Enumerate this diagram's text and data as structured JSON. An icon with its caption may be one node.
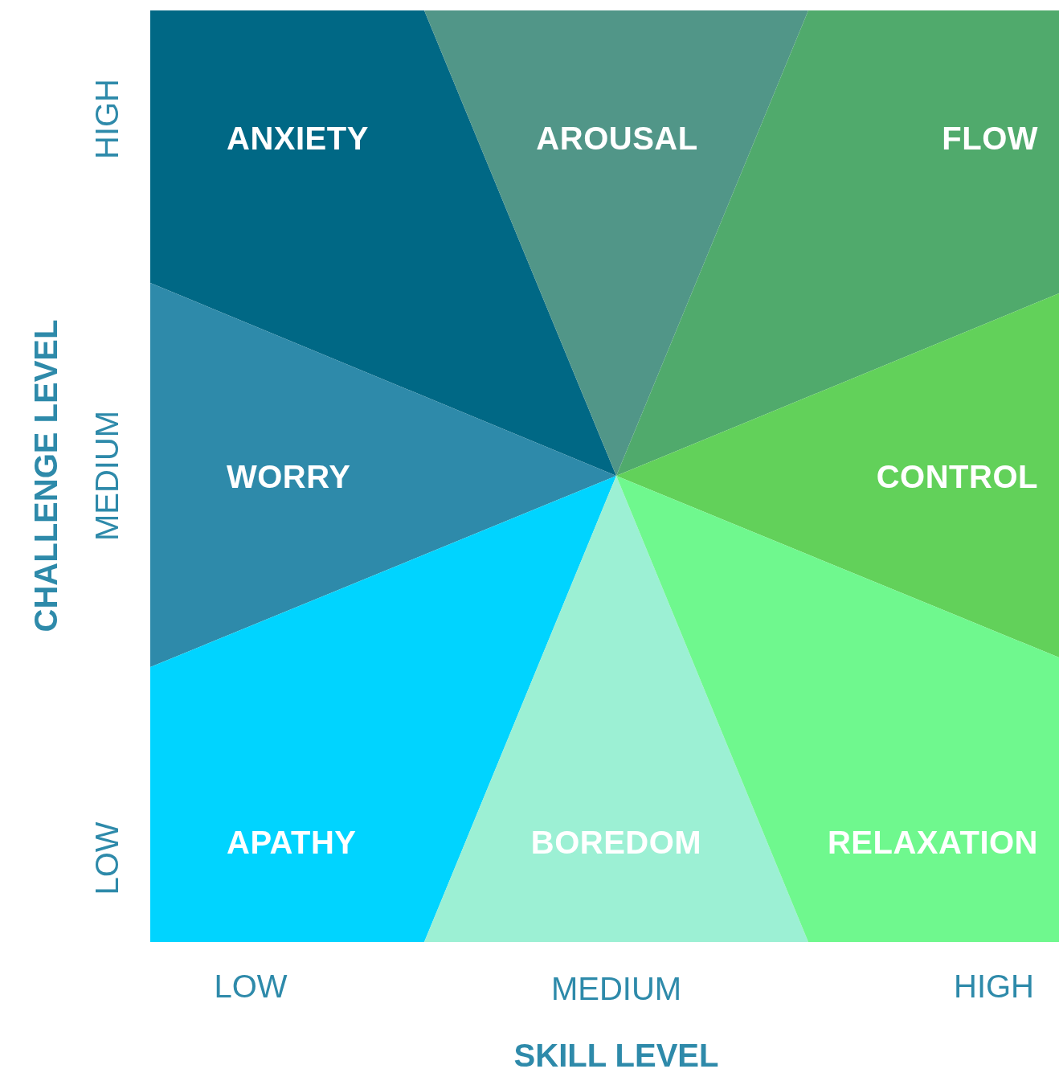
{
  "diagram": {
    "nodes": [
      {
        "text": [
          "ANXIETY"
        ]
      },
      {
        "text": [
          "AROUSAL"
        ]
      },
      {
        "text": [
          "FLOW"
        ]
      },
      {
        "text": [
          "WORRY"
        ]
      },
      {
        "text": [
          "CONTROL"
        ]
      },
      {
        "text": [
          "APATHY"
        ]
      },
      {
        "text": [
          "BOREDOM"
        ]
      },
      {
        "text": [
          "RELAXATION"
        ]
      }
    ],
    "labels": [
      "HIGH",
      "CHALLENGE LEVEL",
      "MEDIUM",
      "LOW",
      "LOW",
      "MEDIUM",
      "HIGH",
      "SKILL LEVEL"
    ]
  }
}
